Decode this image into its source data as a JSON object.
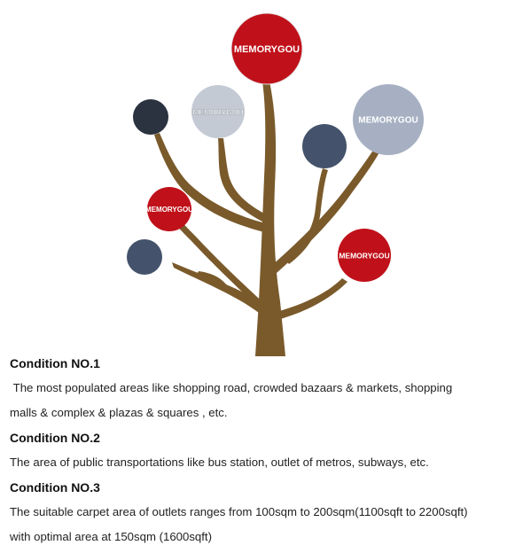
{
  "diagram": {
    "circle_labels": {
      "top": "MEMORYGOU",
      "upper_left_grey": "MEMORYGOU",
      "right_large": "MEMORYGOU",
      "left_red": "MEMORYGOU",
      "right_red": "MEMORYGOU"
    },
    "colors": {
      "trunk": "#7a5a2b",
      "red": "#c0111a",
      "dark_navy": "#2b3240",
      "slate": "#44536b",
      "light_grey": "#c4cad3",
      "blue_grey": "#a6b0c2"
    }
  },
  "conditions": [
    {
      "title": "Condition NO.1",
      "lines": [
        " The most populated areas like shopping road, crowded bazaars & markets, shopping",
        "malls & complex & plazas & squares , etc."
      ]
    },
    {
      "title": "Condition NO.2",
      "lines": [
        "The area of public transportations like bus station, outlet of metros, subways, etc."
      ]
    },
    {
      "title": "Condition NO.3",
      "lines": [
        "The suitable carpet area of outlets ranges from 100sqm to 200sqm(1100sqft to 2200sqft)",
        "with optimal area at 150sqm (1600sqft)"
      ]
    }
  ]
}
